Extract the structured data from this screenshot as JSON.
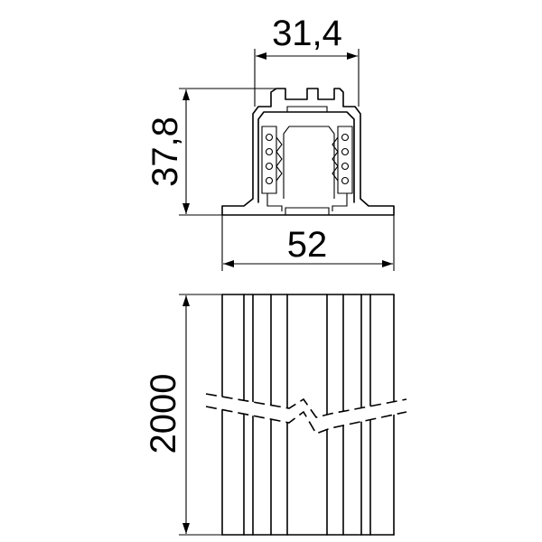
{
  "dimensions": {
    "top_width": "31,4",
    "height": "37,8",
    "base_width": "52",
    "length": "2000"
  },
  "colors": {
    "line": "#000000",
    "background": "#ffffff"
  }
}
